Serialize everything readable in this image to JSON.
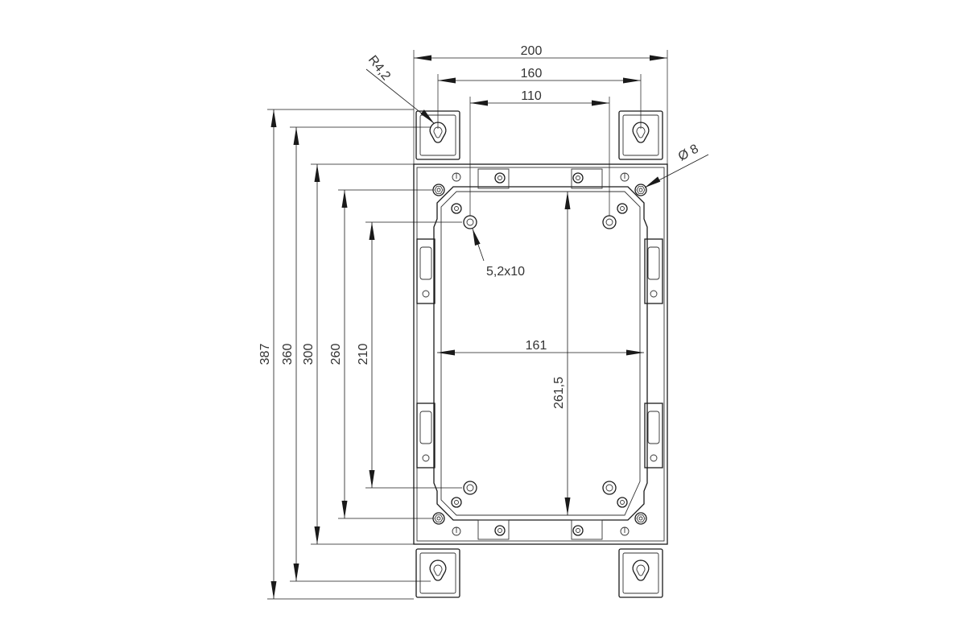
{
  "dimensions": {
    "width_overall": "200",
    "width_slot_centers": "160",
    "width_hole_centers": "110",
    "width_inner": "161",
    "height_overall": "387",
    "height_slot_centers": "360",
    "height_body": "300",
    "height_frame": "260",
    "height_hole_centers": "210",
    "height_inner": "261,5"
  },
  "callouts": {
    "slot_radius": "R4,2",
    "corner_hole_diameter": "Ø 8",
    "mount_hole": "5,2x10"
  },
  "colors": {
    "line": "#1a1a1a",
    "text": "#333333",
    "background": "#ffffff"
  }
}
